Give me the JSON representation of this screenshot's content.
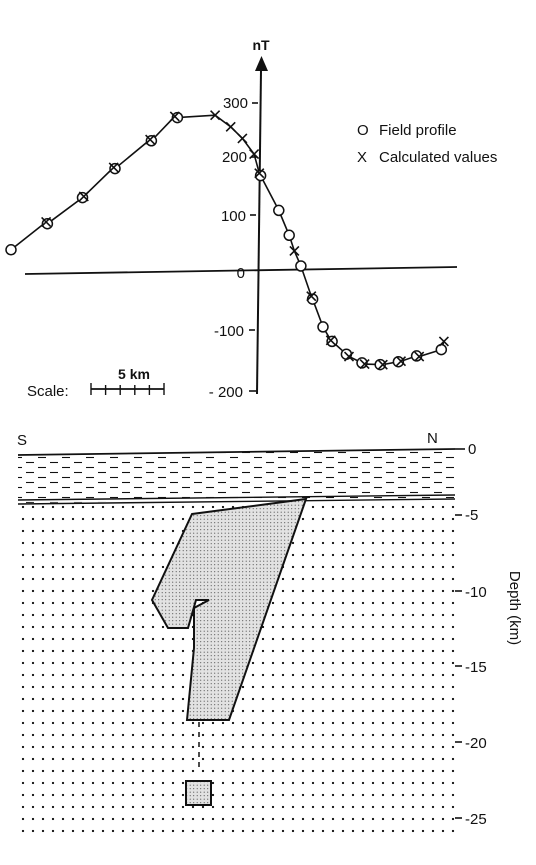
{
  "profile": {
    "y_unit": "nT",
    "y_ticks": [
      "300",
      "200",
      "100",
      "0",
      "-100",
      "- 200"
    ],
    "legend": [
      {
        "symbol": "O",
        "text": "Field profile"
      },
      {
        "symbol": "X",
        "text": "Calculated values"
      }
    ],
    "scale": {
      "prefix": "Scale:",
      "length_label": "5 km",
      "km": 5
    },
    "x_axis_km": [
      -20,
      21
    ],
    "y_range_nT": [
      -200,
      350
    ],
    "field_points": [
      {
        "x": -19.0,
        "y": 40
      },
      {
        "x": -16.2,
        "y": 85
      },
      {
        "x": -13.5,
        "y": 130
      },
      {
        "x": -11.0,
        "y": 180
      },
      {
        "x": -8.2,
        "y": 228
      },
      {
        "x": -6.2,
        "y": 268
      },
      {
        "x": 0.2,
        "y": 168
      },
      {
        "x": 1.6,
        "y": 108
      },
      {
        "x": 2.4,
        "y": 65
      },
      {
        "x": 3.3,
        "y": 12
      },
      {
        "x": 4.2,
        "y": -45
      },
      {
        "x": 5.0,
        "y": -93
      },
      {
        "x": 5.7,
        "y": -118
      },
      {
        "x": 6.8,
        "y": -140
      },
      {
        "x": 8.0,
        "y": -155
      },
      {
        "x": 9.4,
        "y": -158
      },
      {
        "x": 10.8,
        "y": -153
      },
      {
        "x": 12.2,
        "y": -143
      },
      {
        "x": 14.1,
        "y": -132
      }
    ],
    "calculated_points": [
      {
        "x": -16.3,
        "y": 88
      },
      {
        "x": -13.4,
        "y": 132
      },
      {
        "x": -11.1,
        "y": 182
      },
      {
        "x": -8.3,
        "y": 230
      },
      {
        "x": -6.4,
        "y": 270
      },
      {
        "x": -3.3,
        "y": 272
      },
      {
        "x": -2.1,
        "y": 252
      },
      {
        "x": -1.2,
        "y": 232
      },
      {
        "x": -0.3,
        "y": 205
      },
      {
        "x": 0.1,
        "y": 172
      },
      {
        "x": 2.8,
        "y": 38
      },
      {
        "x": 4.1,
        "y": -40
      },
      {
        "x": 5.6,
        "y": -116
      },
      {
        "x": 7.0,
        "y": -144
      },
      {
        "x": 8.2,
        "y": -157
      },
      {
        "x": 9.6,
        "y": -158
      },
      {
        "x": 11.0,
        "y": -152
      },
      {
        "x": 12.4,
        "y": -144
      },
      {
        "x": 14.3,
        "y": -118
      }
    ]
  },
  "section": {
    "left_label": "S",
    "right_label": "N",
    "depth_axis_label": "Depth (km)",
    "depth_ticks": [
      "0",
      "-5",
      "-10",
      "-15",
      "-20",
      "-25"
    ],
    "depth_range_km": [
      0,
      -27
    ],
    "layer_boundary_km": -3.8
  }
}
